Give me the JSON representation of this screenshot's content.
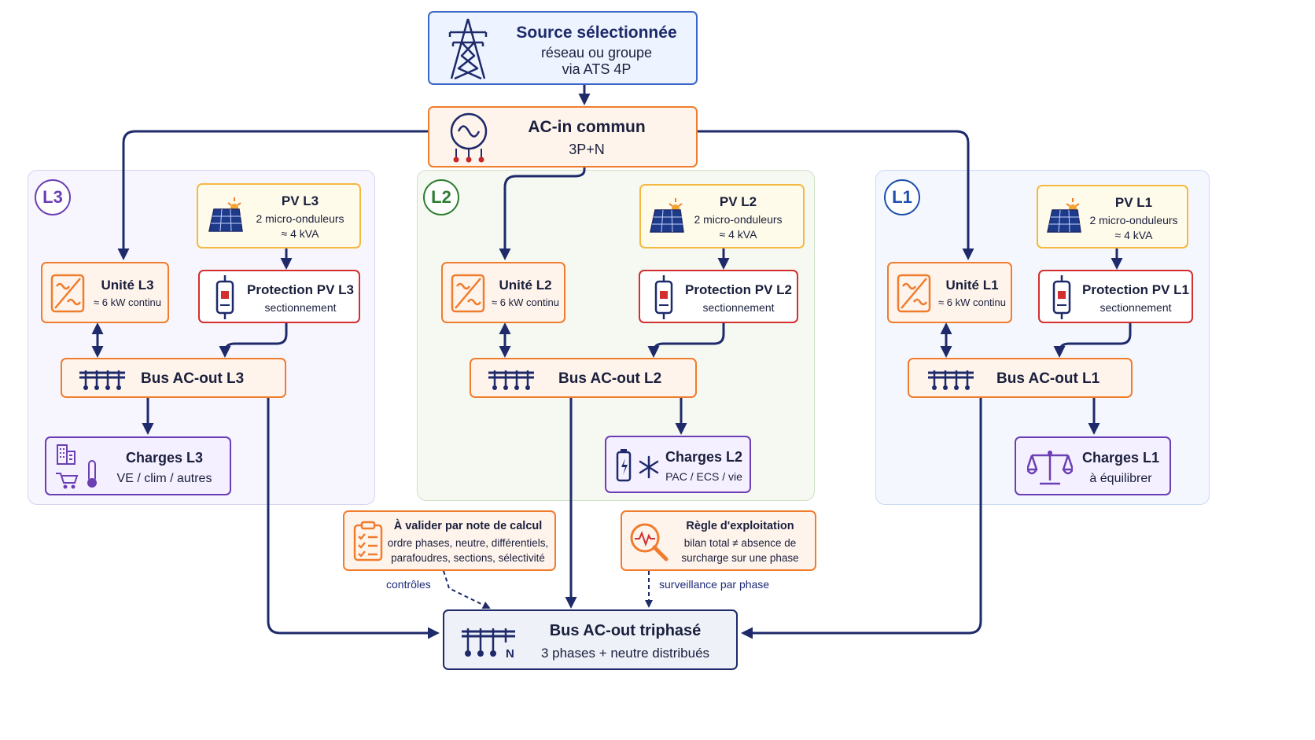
{
  "colors": {
    "navy": "#1e2a6a",
    "blue_border": "#3a66c9",
    "blue_fill": "#eef4ff",
    "orange_border": "#f07c2e",
    "orange_fill": "#fff4ec",
    "yellow_border": "#f4b942",
    "yellow_fill": "#fffbea",
    "red_border": "#d32f2f",
    "purple_border": "#6b3fb3",
    "purple_fill": "#f5f0ff",
    "green_border": "#2e7d32",
    "l3_panel": "#f7f5fd",
    "l2_panel": "#f5f9f2",
    "l1_panel": "#f4f8fe"
  },
  "source": {
    "title": "Source sélectionnée",
    "line1": "réseau ou groupe",
    "line2": "via ATS 4P",
    "icon": "pylon-icon"
  },
  "acin": {
    "title": "AC-in commun",
    "sub": "3P+N",
    "icon": "sine-wave-icon"
  },
  "phases": {
    "l3": {
      "badge": "L3",
      "pv": {
        "title": "PV L3",
        "line1": "2 micro-onduleurs",
        "line2": "≈ 4 kVA"
      },
      "unit": {
        "title": "Unité L3",
        "sub": "≈ 6 kW continu"
      },
      "prot": {
        "title": "Protection PV L3",
        "sub": "sectionnement"
      },
      "bus": {
        "title": "Bus AC-out L3"
      },
      "charges": {
        "title": "Charges L3",
        "sub": "VE / clim / autres"
      }
    },
    "l2": {
      "badge": "L2",
      "pv": {
        "title": "PV L2",
        "line1": "2 micro-onduleurs",
        "line2": "≈ 4 kVA"
      },
      "unit": {
        "title": "Unité L2",
        "sub": "≈ 6 kW continu"
      },
      "prot": {
        "title": "Protection PV L2",
        "sub": "sectionnement"
      },
      "bus": {
        "title": "Bus AC-out L2"
      },
      "charges": {
        "title": "Charges L2",
        "sub": "PAC / ECS / vie"
      }
    },
    "l1": {
      "badge": "L1",
      "pv": {
        "title": "PV L1",
        "line1": "2 micro-onduleurs",
        "line2": "≈ 4 kVA"
      },
      "unit": {
        "title": "Unité L1",
        "sub": "≈ 6 kW continu"
      },
      "prot": {
        "title": "Protection PV L1",
        "sub": "sectionnement"
      },
      "bus": {
        "title": "Bus AC-out L1"
      },
      "charges": {
        "title": "Charges L1",
        "sub": "à équilibrer"
      }
    }
  },
  "validate": {
    "title": "À valider par note de calcul",
    "line1": "ordre phases, neutre, différentiels,",
    "line2": "parafoudres, sections, sélectivité"
  },
  "rule": {
    "title": "Règle d'exploitation",
    "line1": "bilan total ≠ absence de",
    "line2": "surcharge sur une phase"
  },
  "labels": {
    "controls": "contrôles",
    "monitoring": "surveillance par phase"
  },
  "final_bus": {
    "title": "Bus AC-out triphasé",
    "sub": "3 phases + neutre distribués",
    "neutral_letter": "N"
  }
}
